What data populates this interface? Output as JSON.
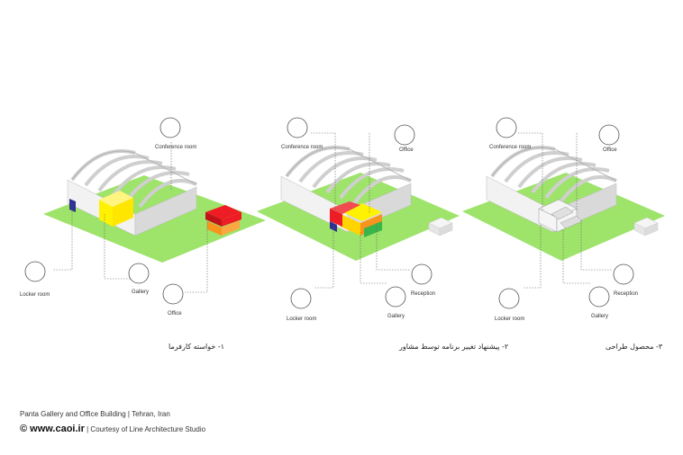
{
  "diagrams": [
    {
      "caption": "۱- خواسته کارفرما",
      "labels": {
        "conference": "Conference room",
        "office": "Office",
        "gallery": "Gallery",
        "locker": "Locker room"
      }
    },
    {
      "caption": "۲- پیشنهاد تغییر برنامه توسط مشاور",
      "labels": {
        "conference": "Conference room",
        "office": "Office",
        "gallery": "Gallery",
        "locker": "Locker room",
        "reception": "Reception"
      }
    },
    {
      "caption": "۳- محصول طراحی",
      "labels": {
        "conference": "Conference room",
        "office": "Office",
        "gallery": "Gallery",
        "locker": "Locker room",
        "reception": "Reception"
      }
    }
  ],
  "footer": {
    "project": "Panta Gallery and Office Building | Tehran, Iran",
    "site": "© www.caoi.ir",
    "credit": "| Courtesy of Line Architecture Studio"
  },
  "colors": {
    "grass": "#9ee36a",
    "yellow": "#fff200",
    "red": "#ee1c24",
    "orange": "#f7941d",
    "blue": "#2e3192",
    "green": "#39b54a",
    "wall": "#e6e6e6"
  }
}
